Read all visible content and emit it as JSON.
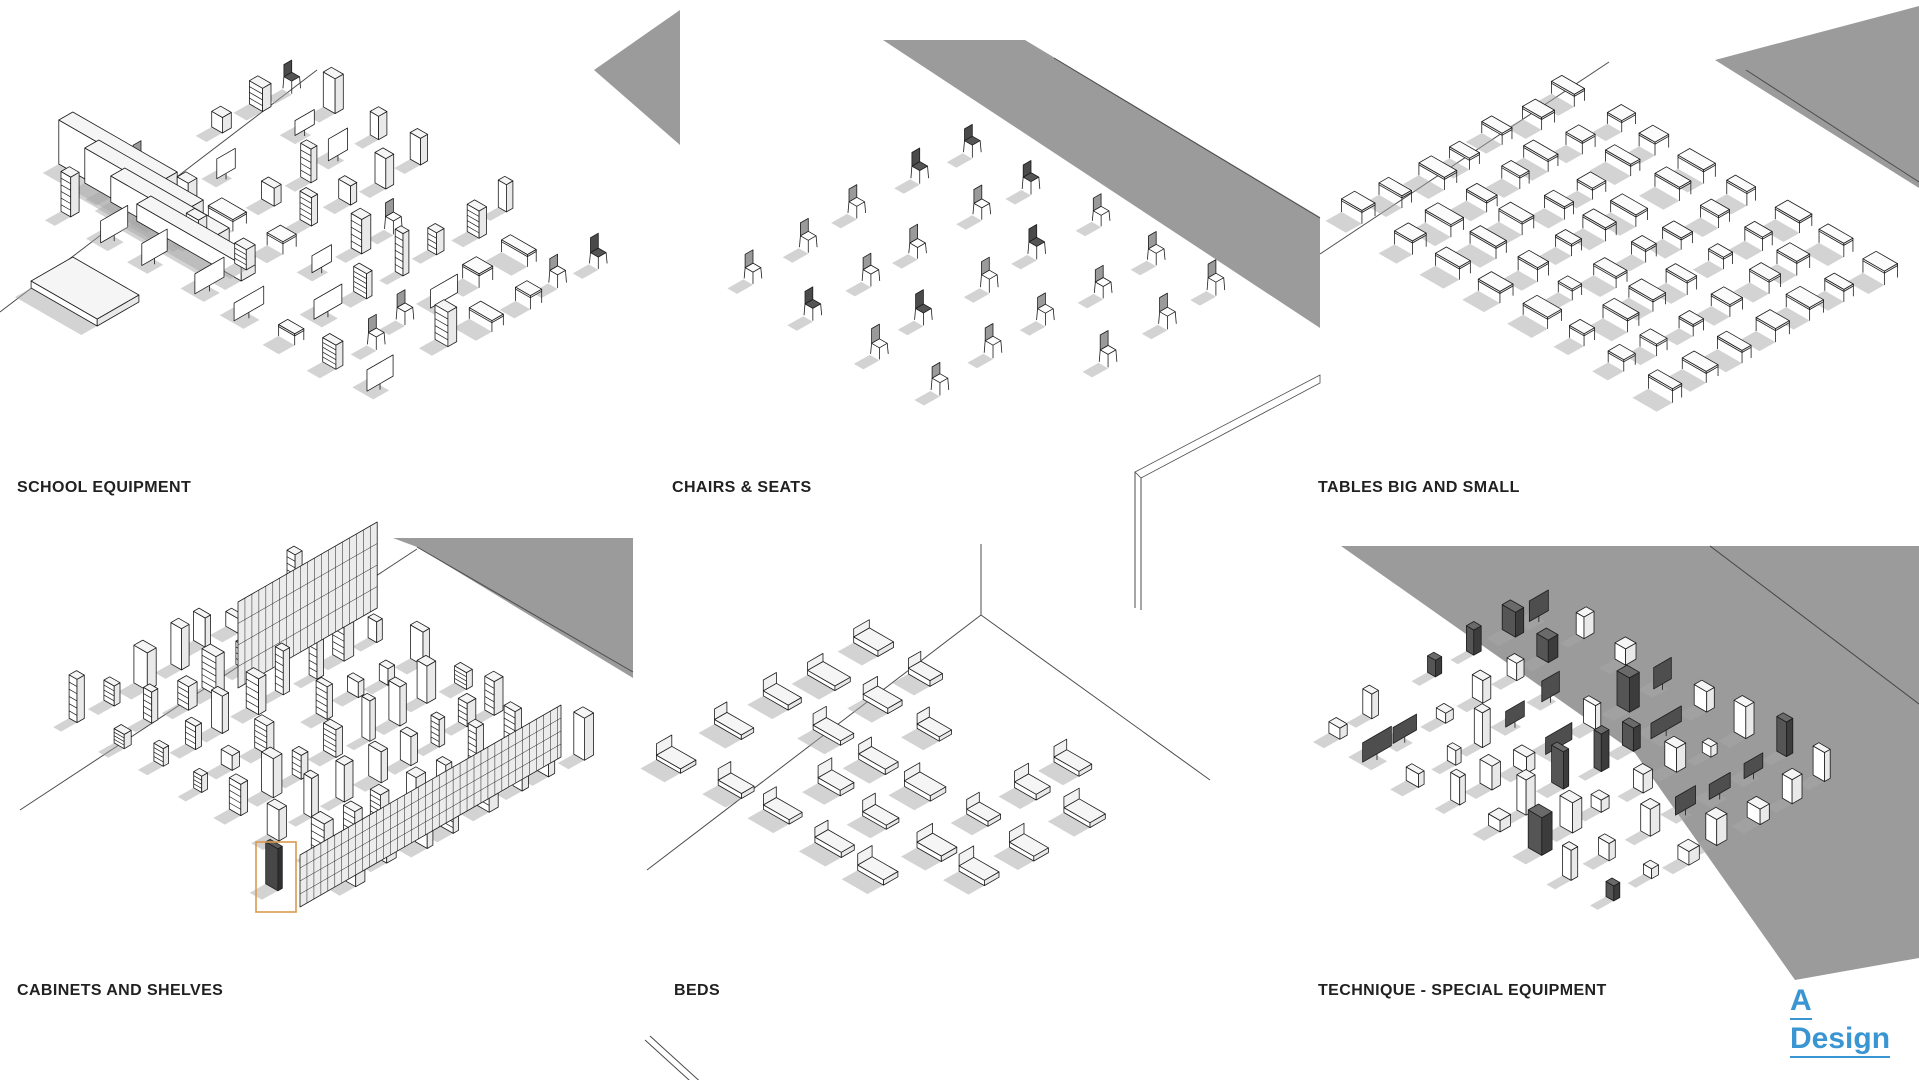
{
  "page": {
    "background": "#ffffff"
  },
  "colors": {
    "wall_gray": "#9b9b9b",
    "edge_line": "#4c4c4c",
    "ink": "#1c1c1c",
    "shadow_gray": "#a8a8a8",
    "label_color": "#212121",
    "accent_blue": "#3a96d3",
    "highlight_orange": "#d99a4e"
  },
  "panels": [
    {
      "id": "school-equipment",
      "label": "SCHOOL EQUIPMENT",
      "item_type": "school",
      "item_count": 52
    },
    {
      "id": "chairs-seats",
      "label": "CHAIRS & SEATS",
      "item_type": "chair",
      "item_count": 23
    },
    {
      "id": "tables-big-small",
      "label": "TABLES BIG AND SMALL",
      "item_type": "table",
      "item_count": 56
    },
    {
      "id": "cabinets-shelves",
      "label": "CABINETS AND SHELVES",
      "item_type": "cabinet",
      "item_count": 62
    },
    {
      "id": "beds",
      "label": "BEDS",
      "item_type": "bed",
      "item_count": 27
    },
    {
      "id": "technique-special",
      "label": "TECHNIQUE - SPECIAL EQUIPMENT",
      "item_type": "tech",
      "item_count": 54
    }
  ],
  "logo": {
    "line1": "A",
    "line2": "Design"
  }
}
